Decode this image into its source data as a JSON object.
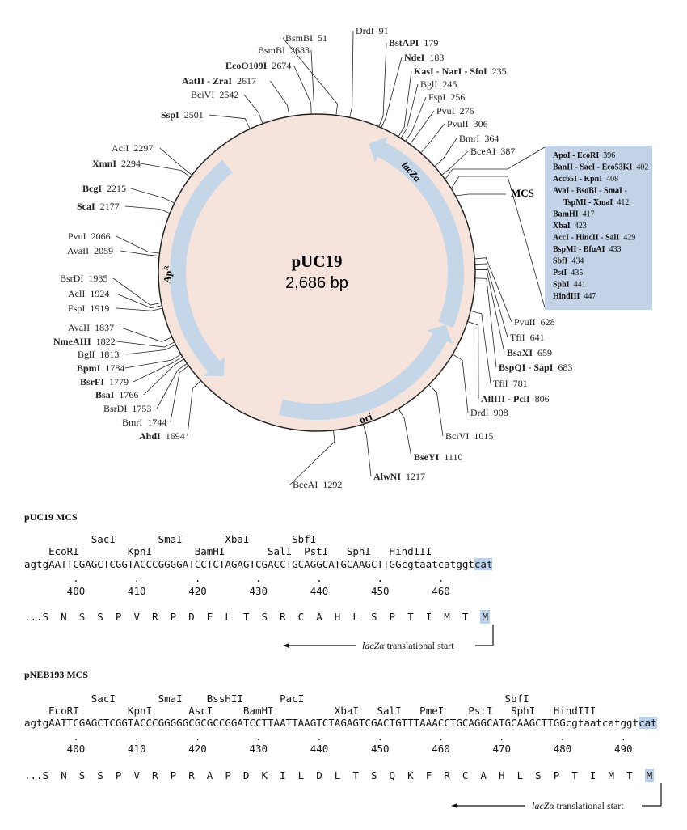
{
  "plasmid": {
    "name": "pUC19",
    "size": "2,686 bp"
  },
  "features": {
    "lacz": "lacZα",
    "ap_r": "Ap",
    "ap_r_sup": "R",
    "ori": "ori"
  },
  "sites": [
    {
      "name": "DrdI",
      "pos": "91",
      "bold": false
    },
    {
      "name": "BstAPI",
      "pos": "179",
      "bold": true
    },
    {
      "name": "NdeI",
      "pos": "183",
      "bold": true
    },
    {
      "name": "KasI - NarI - SfoI",
      "pos": "235",
      "bold": true
    },
    {
      "name": "BglI",
      "pos": "245",
      "bold": false
    },
    {
      "name": "FspI",
      "pos": "256",
      "bold": false
    },
    {
      "name": "PvuI",
      "pos": "276",
      "bold": false
    },
    {
      "name": "PvuII",
      "pos": "306",
      "bold": false
    },
    {
      "name": "BmrI",
      "pos": "364",
      "bold": false
    },
    {
      "name": "BceAI",
      "pos": "387",
      "bold": false
    },
    {
      "name": "PvuII",
      "pos": "628",
      "bold": false
    },
    {
      "name": "TfiI",
      "pos": "641",
      "bold": false
    },
    {
      "name": "BsaXI",
      "pos": "659",
      "bold": true
    },
    {
      "name": "BspQI - SapI",
      "pos": "683",
      "bold": true
    },
    {
      "name": "TfiI",
      "pos": "781",
      "bold": false
    },
    {
      "name": "AflIII - PciI",
      "pos": "806",
      "bold": true
    },
    {
      "name": "DrdI",
      "pos": "908",
      "bold": false
    },
    {
      "name": "BciVI",
      "pos": "1015",
      "bold": false
    },
    {
      "name": "BseYI",
      "pos": "1110",
      "bold": true
    },
    {
      "name": "AlwNI",
      "pos": "1217",
      "bold": true
    },
    {
      "name": "BceAI",
      "pos": "1292",
      "bold": false
    },
    {
      "name": "AhdI",
      "pos": "1694",
      "bold": true
    },
    {
      "name": "BmrI",
      "pos": "1744",
      "bold": false
    },
    {
      "name": "BsrDI",
      "pos": "1753",
      "bold": false
    },
    {
      "name": "BsaI",
      "pos": "1766",
      "bold": true
    },
    {
      "name": "BsrFI",
      "pos": "1779",
      "bold": true
    },
    {
      "name": "BpmI",
      "pos": "1784",
      "bold": true
    },
    {
      "name": "BglI",
      "pos": "1813",
      "bold": false
    },
    {
      "name": "NmeAIII",
      "pos": "1822",
      "bold": true
    },
    {
      "name": "AvaII",
      "pos": "1837",
      "bold": false
    },
    {
      "name": "FspI",
      "pos": "1919",
      "bold": false
    },
    {
      "name": "AclI",
      "pos": "1924",
      "bold": false
    },
    {
      "name": "BsrDI",
      "pos": "1935",
      "bold": false
    },
    {
      "name": "AvaII",
      "pos": "2059",
      "bold": false
    },
    {
      "name": "PvuI",
      "pos": "2066",
      "bold": false
    },
    {
      "name": "ScaI",
      "pos": "2177",
      "bold": true
    },
    {
      "name": "BcgI",
      "pos": "2215",
      "bold": true
    },
    {
      "name": "XmnI",
      "pos": "2294",
      "bold": true
    },
    {
      "name": "AclI",
      "pos": "2297",
      "bold": false
    },
    {
      "name": "SspI",
      "pos": "2501",
      "bold": true
    },
    {
      "name": "BciVI",
      "pos": "2542",
      "bold": false
    },
    {
      "name": "AatII - ZraI",
      "pos": "2617",
      "bold": true
    },
    {
      "name": "EcoO109I",
      "pos": "2674",
      "bold": true
    },
    {
      "name": "BsmBI",
      "pos": "2683",
      "bold": false
    },
    {
      "name": "BsmBI",
      "pos": "51",
      "bold": false
    }
  ],
  "mcs": {
    "label": "MCS",
    "entries": [
      {
        "name": "ApoI - EcoRI",
        "pos": "396"
      },
      {
        "name": "BanII - SacI - Eco53KI",
        "pos": "402"
      },
      {
        "name": "Acc65I - KpnI",
        "pos": "408"
      },
      {
        "name": "AvaI - BsoBI - SmaI -",
        "pos": ""
      },
      {
        "name": "TspMI - XmaI",
        "pos": "412"
      },
      {
        "name": "BamHI",
        "pos": "417"
      },
      {
        "name": "XbaI",
        "pos": "423"
      },
      {
        "name": "AccI - HincII - SalI",
        "pos": "429"
      },
      {
        "name": "BspMI - BfuAI",
        "pos": "433"
      },
      {
        "name": "SbfI",
        "pos": "434"
      },
      {
        "name": "PstI",
        "pos": "435"
      },
      {
        "name": "SphI",
        "pos": "441"
      },
      {
        "name": "HindIII",
        "pos": "447"
      }
    ]
  },
  "puc19_mcs": {
    "title": "pUC19 MCS",
    "enzymes_row1": "           SacI       SmaI       XbaI       SbfI",
    "enzymes_row2": "    EcoRI        KpnI       BamHI       SalI  PstI   SphI   HindIII",
    "sequence": "agtgAATTCGAGCTCGGTACCCGGGGATCCTCTAGAGTCGACCTGCAGGCATGCAAGCTTGGcgtaatcatggt",
    "sequence_end": "cat",
    "dots": "        .         .         .         .         .         .         .",
    "numbers": "       400       410       420       430       440       450       460",
    "aa": "...S  N  S  S  P  V  R  P  D  E  L  T  S  R  C  A  H  L  S  P  T  I  M  T  ",
    "aa_end": "M",
    "start_italic": "lacZα",
    "start_text": "translational start"
  },
  "pneb193_mcs": {
    "title": "pNEB193 MCS",
    "enzymes_row1": "           SacI       SmaI    BssHII      PacI                                 SbfI",
    "enzymes_row2": "    EcoRI        KpnI      AscI     BamHI          XbaI   SalI   PmeI    PstI   SphI   HindIII",
    "sequence": "agtgAATTCGAGCTCGGTACCCGGGGGCGCGCCGGATCCTTAATTAAGTCTAGAGTCGACTGTTTAAACCTGCAGGCATGCAAGCTTGGcgtaatcatggt",
    "sequence_end": "cat",
    "dots": "        .         .         .         .         .         .         .         .         .         .",
    "numbers": "       400       410       420       430       440       450       460       470       480       490",
    "aa": "...S  N  S  S  P  V  R  P  R  A  P  D  K  I  L  D  L  T  S  Q  K  F  R  C  A  H  L  S  P  T  I  M  T  ",
    "aa_end": "M",
    "start_italic": "lacZα",
    "start_text": "translational start"
  },
  "colors": {
    "plasmid_fill": "#f6e4dc",
    "feature_arrow": "#c5d6e8",
    "mcs_box": "#c3d2e6"
  }
}
